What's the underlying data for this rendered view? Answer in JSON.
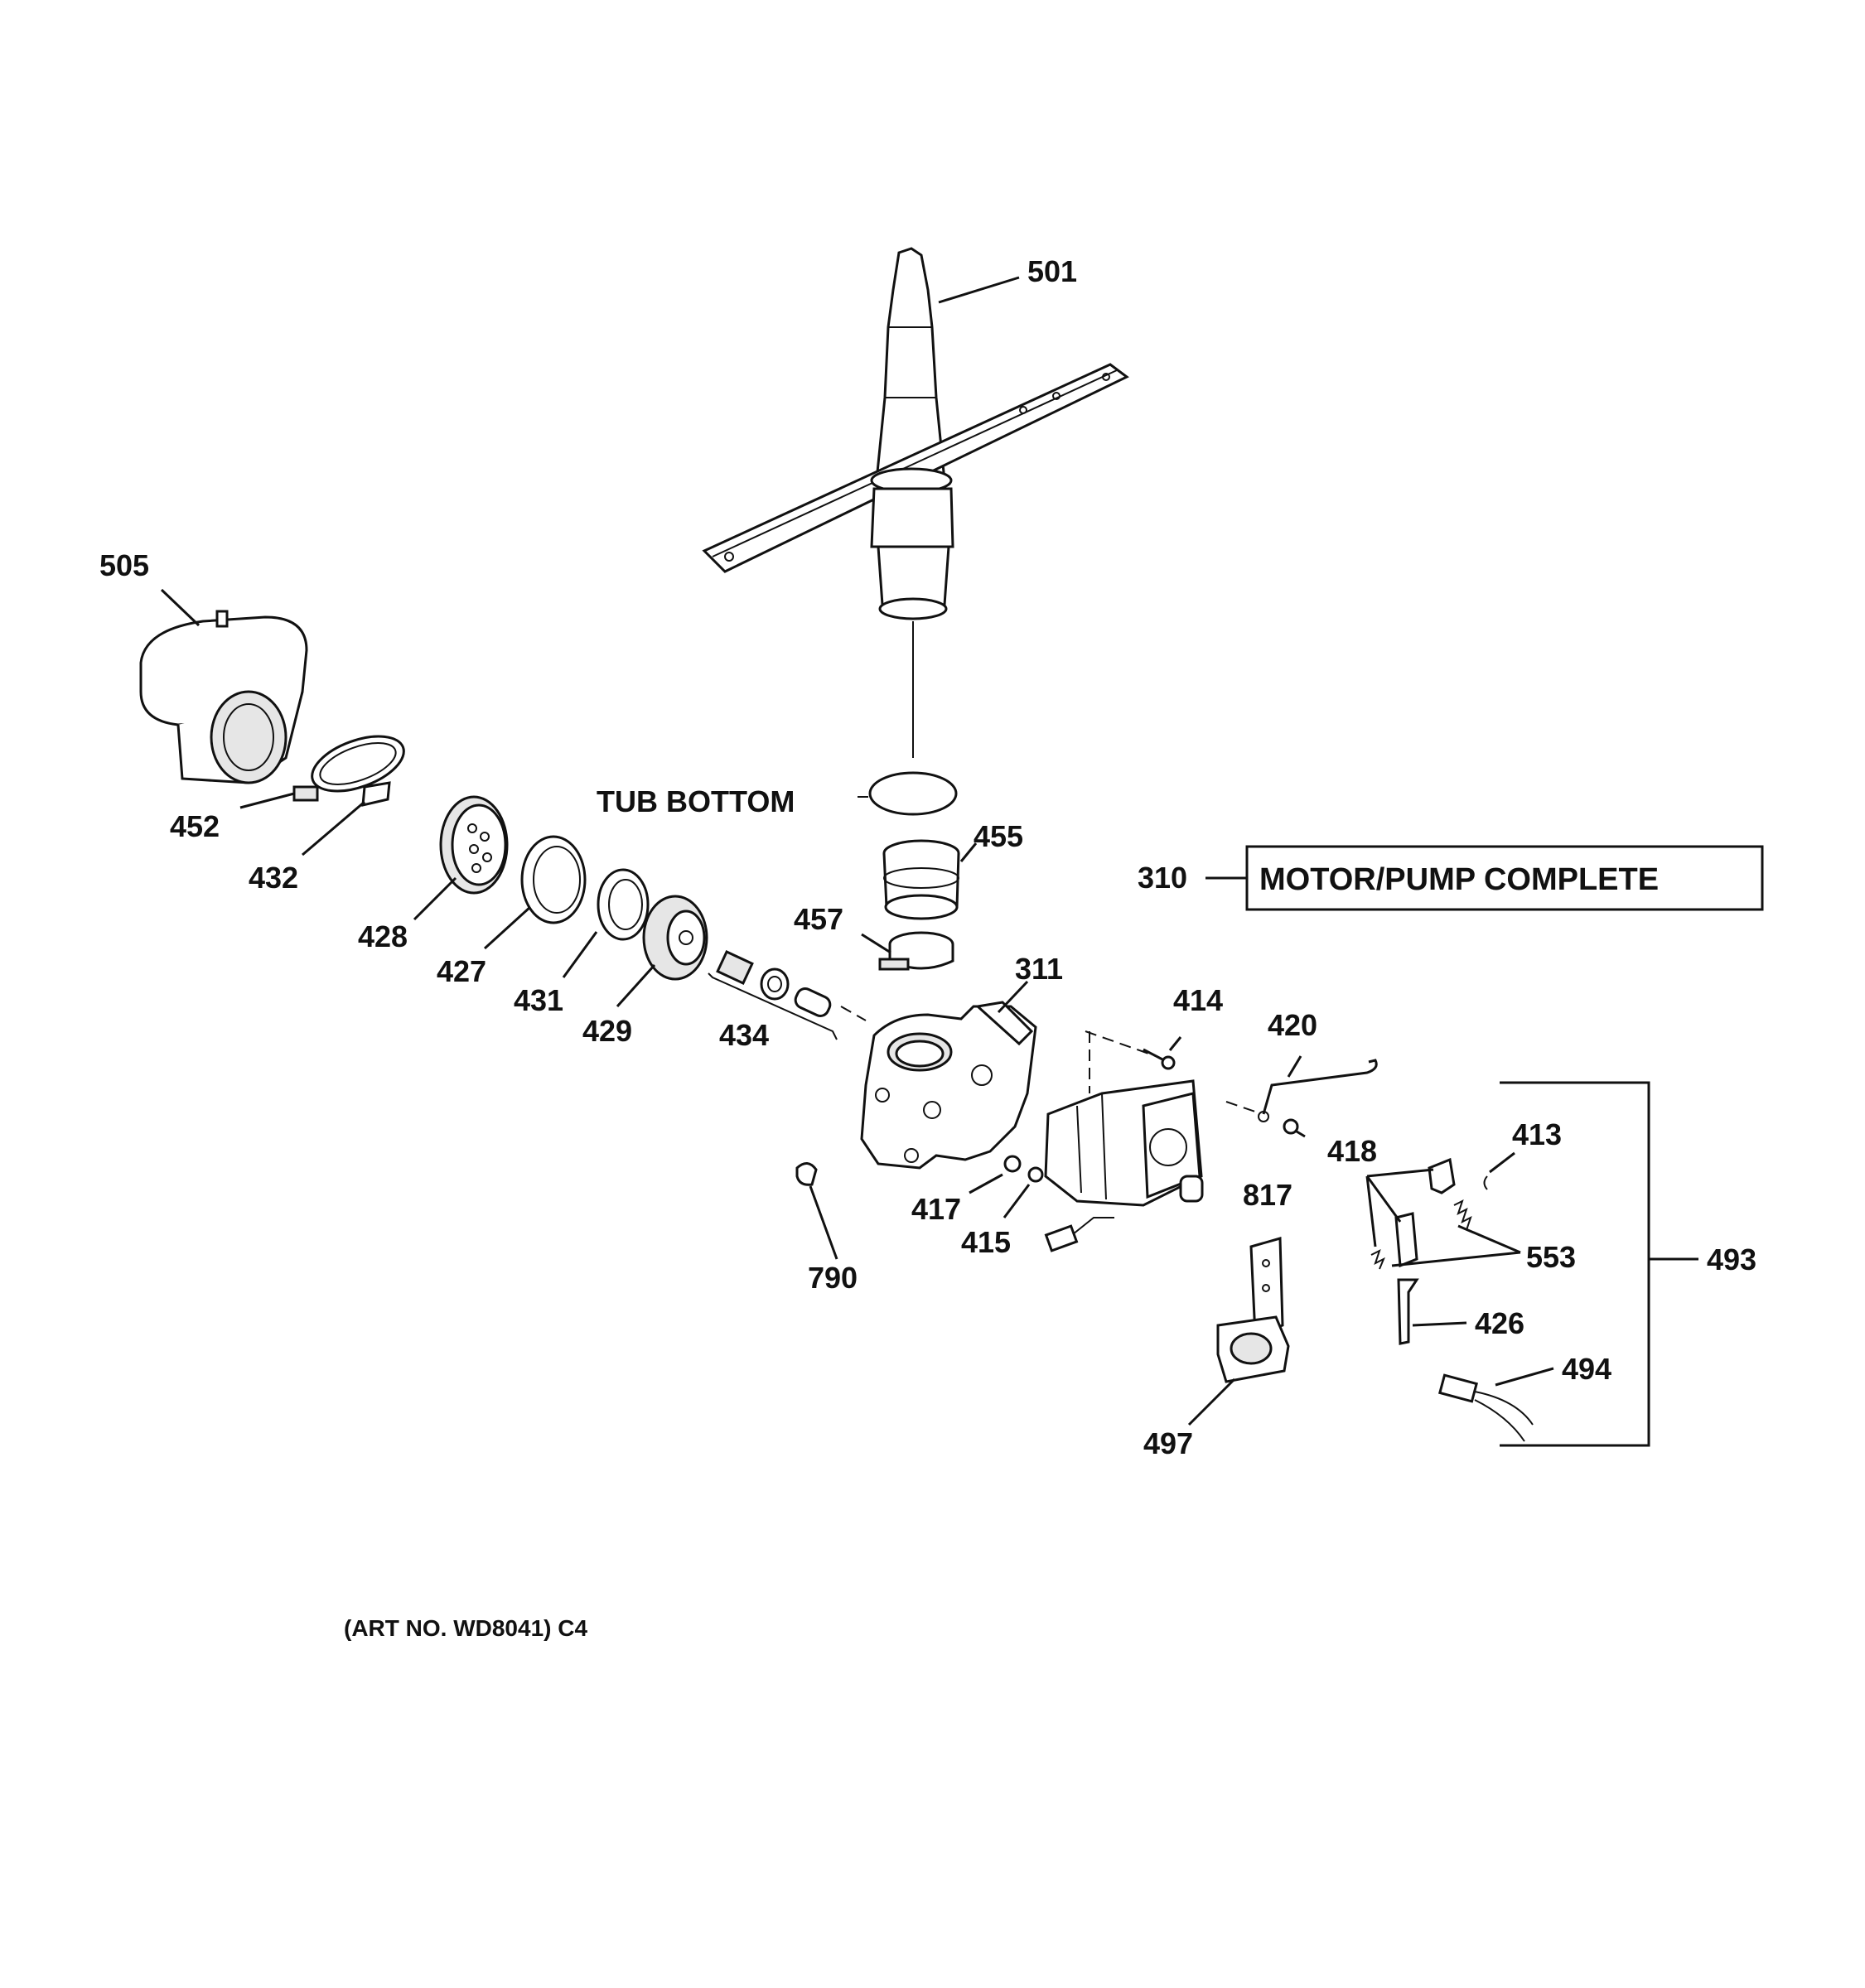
{
  "labels": {
    "p501": "501",
    "p505": "505",
    "p452": "452",
    "p432": "432",
    "p428": "428",
    "p427": "427",
    "p431": "431",
    "p429": "429",
    "p434": "434",
    "p455": "455",
    "p457": "457",
    "p311": "311",
    "p310": "310",
    "p414": "414",
    "p420": "420",
    "p817": "817",
    "p418": "418",
    "p413": "413",
    "p553": "553",
    "p493": "493",
    "p426": "426",
    "p494": "494",
    "p497": "497",
    "p417": "417",
    "p415": "415",
    "p790": "790"
  },
  "tub_bottom": "TUB BOTTOM",
  "motor_pump_box": "MOTOR/PUMP COMPLETE",
  "art_number": "(ART NO. WD8041) C4"
}
